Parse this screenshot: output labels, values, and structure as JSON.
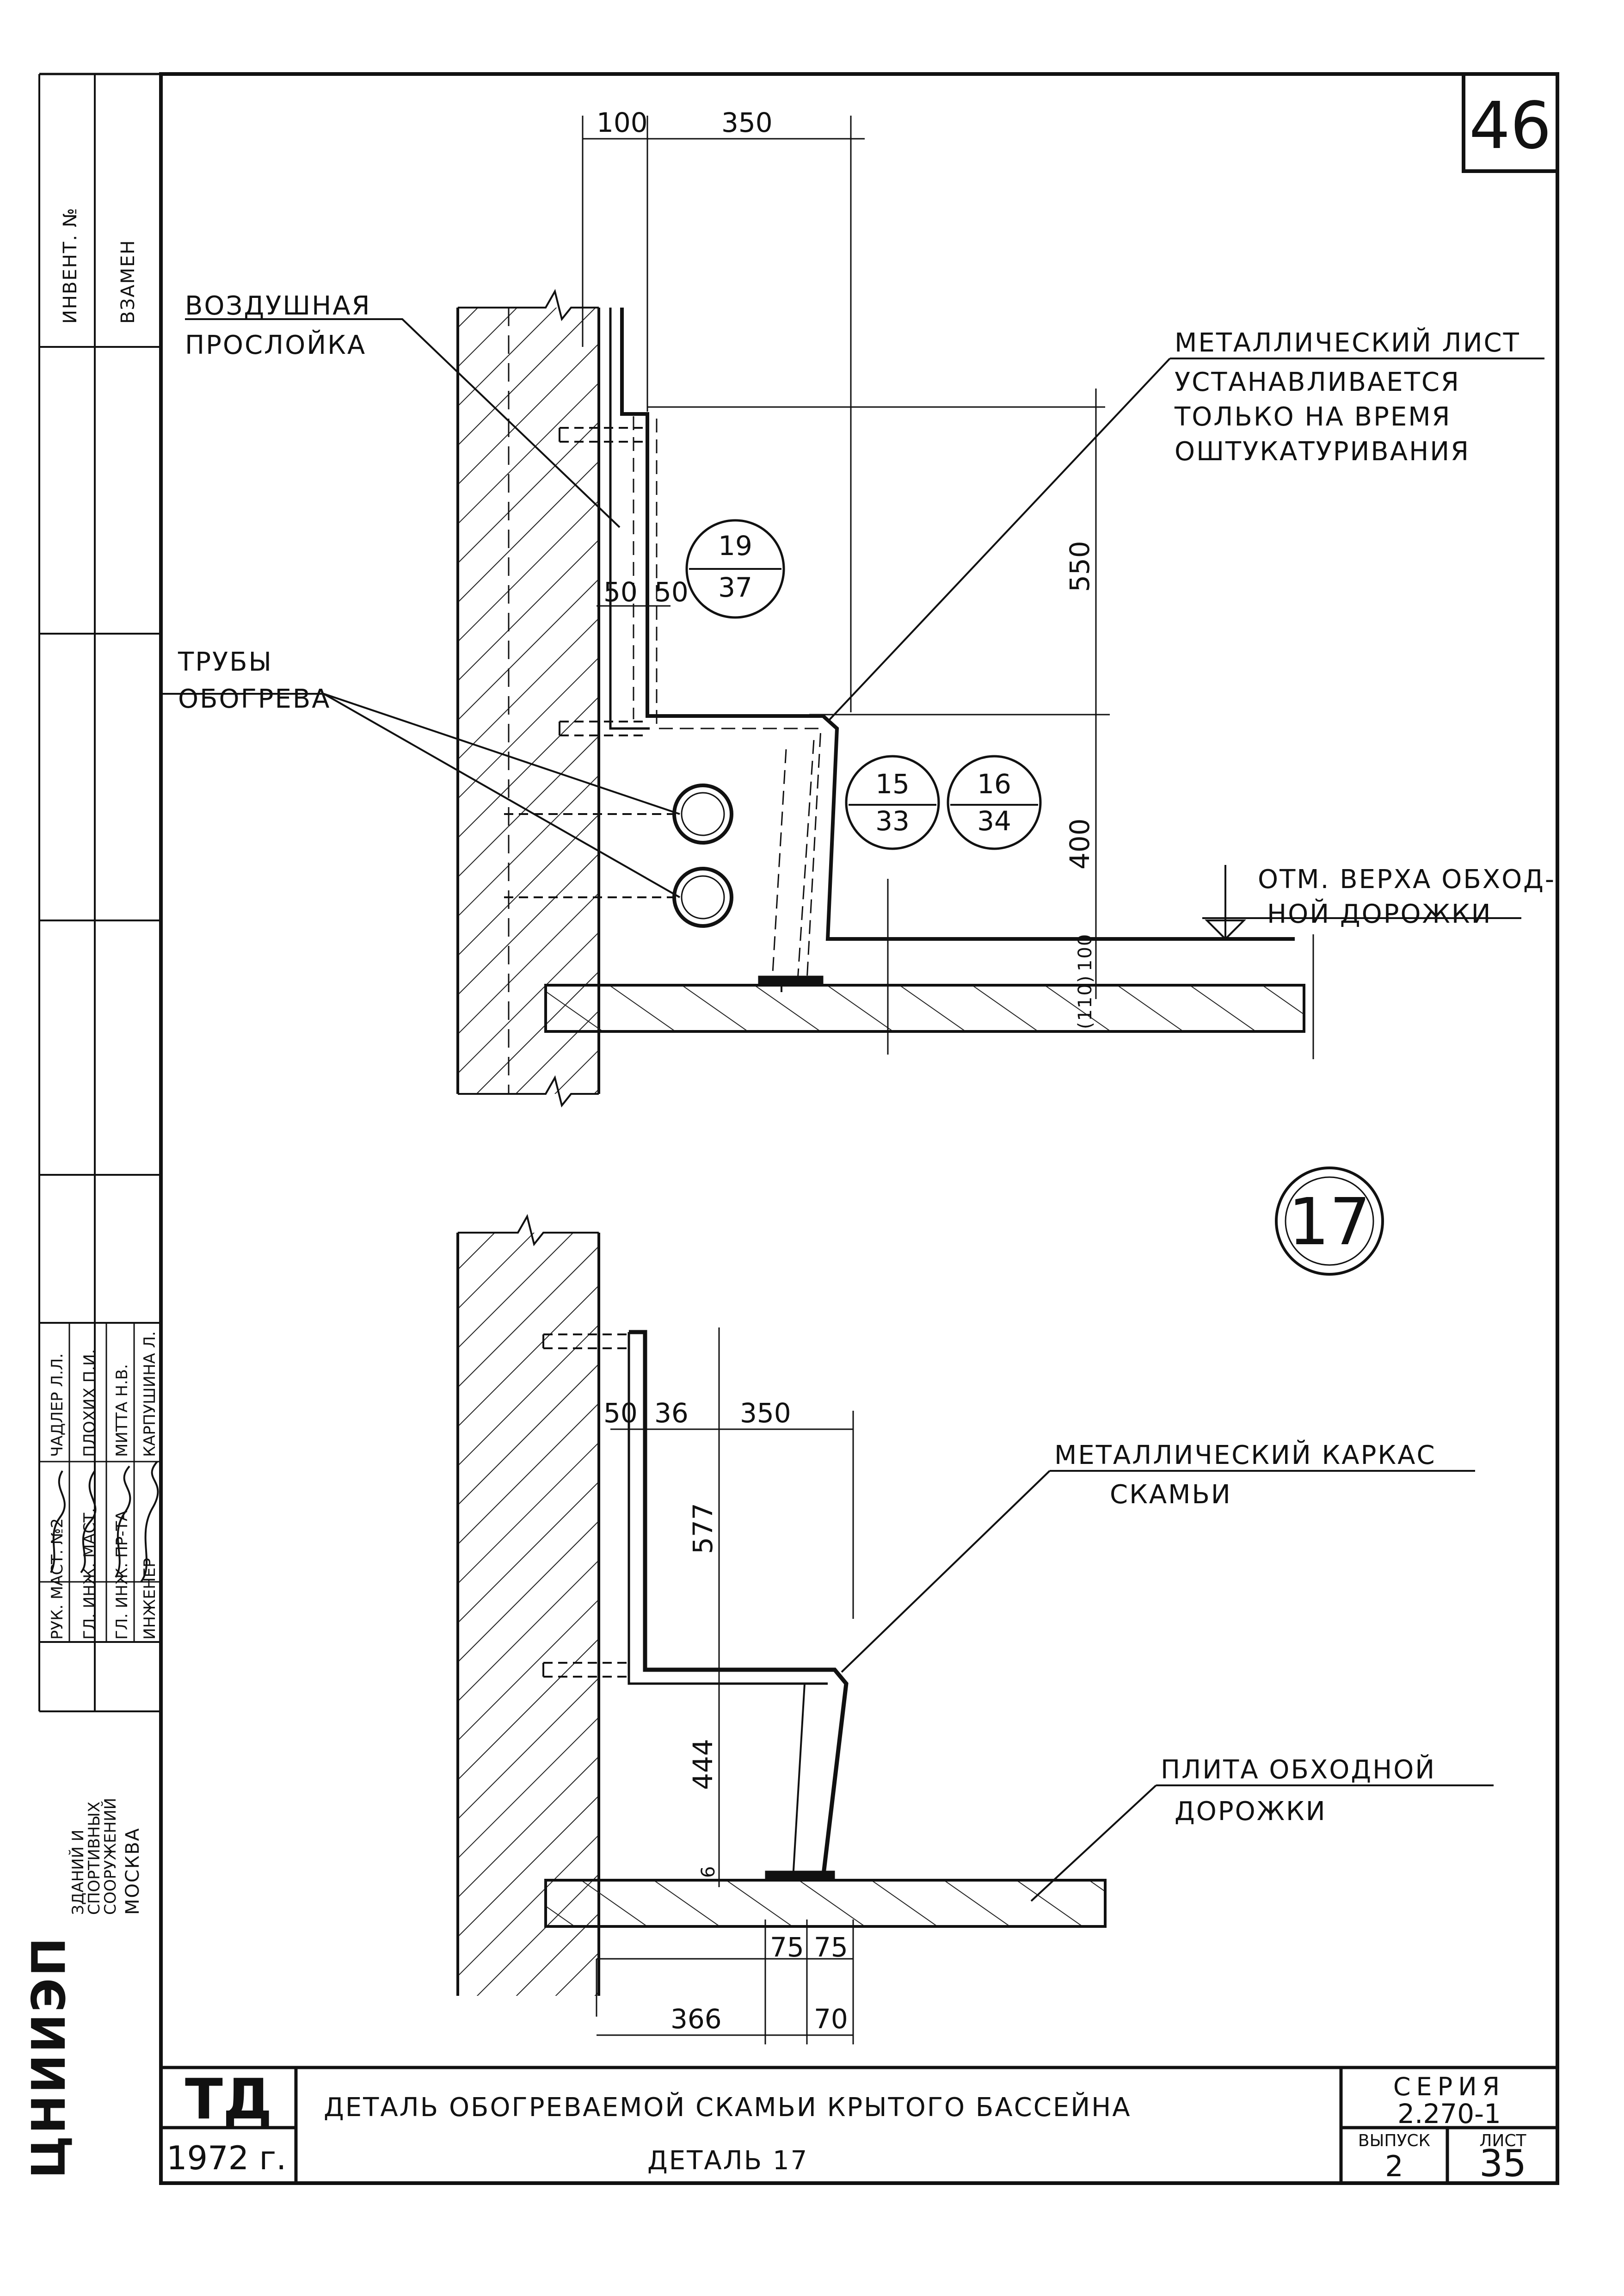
{
  "sheet_number": "46",
  "detail_number": "17",
  "labels": {
    "air_gap": [
      "ВОЗДУШНАЯ",
      "ПРОСЛОЙКА"
    ],
    "metal_sheet": [
      "МЕТАЛЛИЧЕСКИЙ ЛИСТ",
      "УСТАНАВЛИВАЕТСЯ",
      "ТОЛЬКО НА ВРЕМЯ",
      "ОШТУКАТУРИВАНИЯ"
    ],
    "heating_pipes": [
      "ТРУБЫ",
      "ОБОГРЕВА"
    ],
    "walkway_level": [
      "ОТМ. ВЕРХА ОБХОД-",
      "НОЙ ДОРОЖКИ"
    ],
    "metal_frame": [
      "МЕТАЛЛИЧЕСКИЙ КАРКАС",
      "СКАМЬИ"
    ],
    "walkway_slab": [
      "ПЛИТА ОБХОДНОЙ",
      "ДОРОЖКИ"
    ]
  },
  "refs": {
    "r1": {
      "top": "19",
      "bottom": "37"
    },
    "r2": {
      "top": "15",
      "bottom": "33"
    },
    "r3": {
      "top": "16",
      "bottom": "34"
    }
  },
  "dims_top": {
    "d100": "100",
    "d350": "350",
    "d550": "550",
    "d50a": "50",
    "d50b": "50",
    "d400": "400",
    "d100b": "100",
    "d110": "(110)"
  },
  "dims_bottom": {
    "d50": "50",
    "d36": "36",
    "d350": "350",
    "d577": "577",
    "d444": "444",
    "d6": "6",
    "d75a": "75",
    "d75b": "75",
    "d366": "366",
    "d70": "70"
  },
  "side_stamp": {
    "invent": "ИНВЕНТ. №",
    "vzamen": "ВЗАМЕН",
    "rows": [
      {
        "role": "РУК. МАСТ. №2",
        "name": "ЧАДЛЕР Л.Л."
      },
      {
        "role": "ГЛ. ИНЖ. МАСТ.",
        "name": "ПЛОХИХ П.И."
      },
      {
        "role": "ГЛ. ИНЖ. ПР-ТА",
        "name": "МИТТА Н.В."
      },
      {
        "role": "ИНЖЕНЕР",
        "name": "КАРПУШИНА Л."
      }
    ],
    "org_logo": "ЦНИИЭП",
    "org_lines": [
      "ЗДАНИЙ И",
      "СПОРТИВНЫХ",
      "СООРУЖЕНИЙ"
    ],
    "city": "МОСКВА"
  },
  "title_block": {
    "td": "ТД",
    "year": "1972 г.",
    "title": "ДЕТАЛЬ ОБОГРЕВАЕМОЙ СКАМЬИ КРЫТОГО БАССЕЙНА",
    "subtitle": "ДЕТАЛЬ 17",
    "series_label": "СЕРИЯ",
    "series_value": "2.270-1",
    "issue_label": "ВЫПУСК",
    "issue_value": "2",
    "sheet_label": "ЛИСТ",
    "sheet_value": "35"
  }
}
